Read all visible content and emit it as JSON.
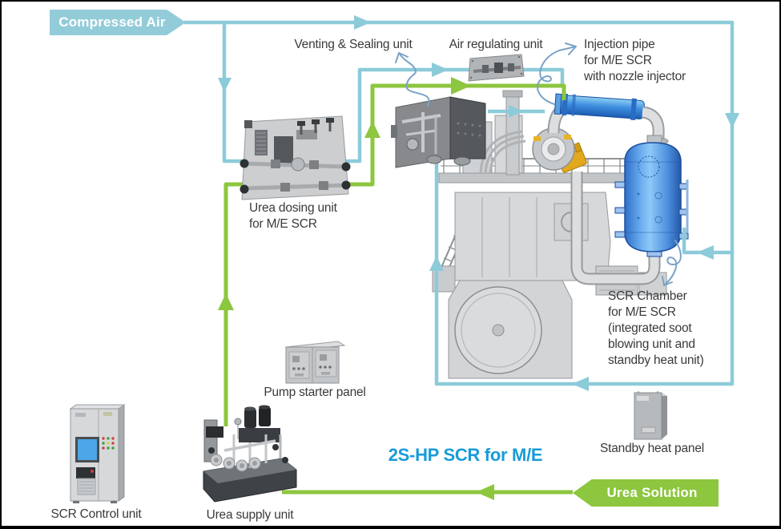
{
  "title": {
    "text": "2S-HP SCR for M/E"
  },
  "banners": {
    "compressed_air": {
      "label": "Compressed Air"
    },
    "urea_solution": {
      "label": "Urea Solution"
    }
  },
  "labels": {
    "venting_sealing": "Venting & Sealing unit",
    "air_regulating": "Air regulating unit",
    "injection_pipe": [
      "Injection pipe",
      "for M/E SCR",
      "with nozzle injector"
    ],
    "urea_dosing": [
      "Urea dosing unit",
      "for M/E SCR"
    ],
    "scr_chamber": [
      "SCR Chamber",
      "for M/E SCR",
      "(integrated soot",
      "blowing unit and",
      "standby heat unit)"
    ],
    "pump_starter": "Pump starter panel",
    "standby_heat": "Standby heat panel",
    "scr_control": "SCR Control unit",
    "urea_supply": "Urea supply unit"
  },
  "colors": {
    "flow_compressed_air": "#8ccbd9",
    "flow_urea": "#8dc63f",
    "banner_compressed_air_bg": "#93ccd9",
    "banner_urea_bg": "#8dc63f",
    "title_text": "#189cd8",
    "annotation_arrow": "#7ba3c8",
    "scr_chamber_blue": "#3f86dc",
    "injection_pipe_blue": "#3f8fe0"
  }
}
